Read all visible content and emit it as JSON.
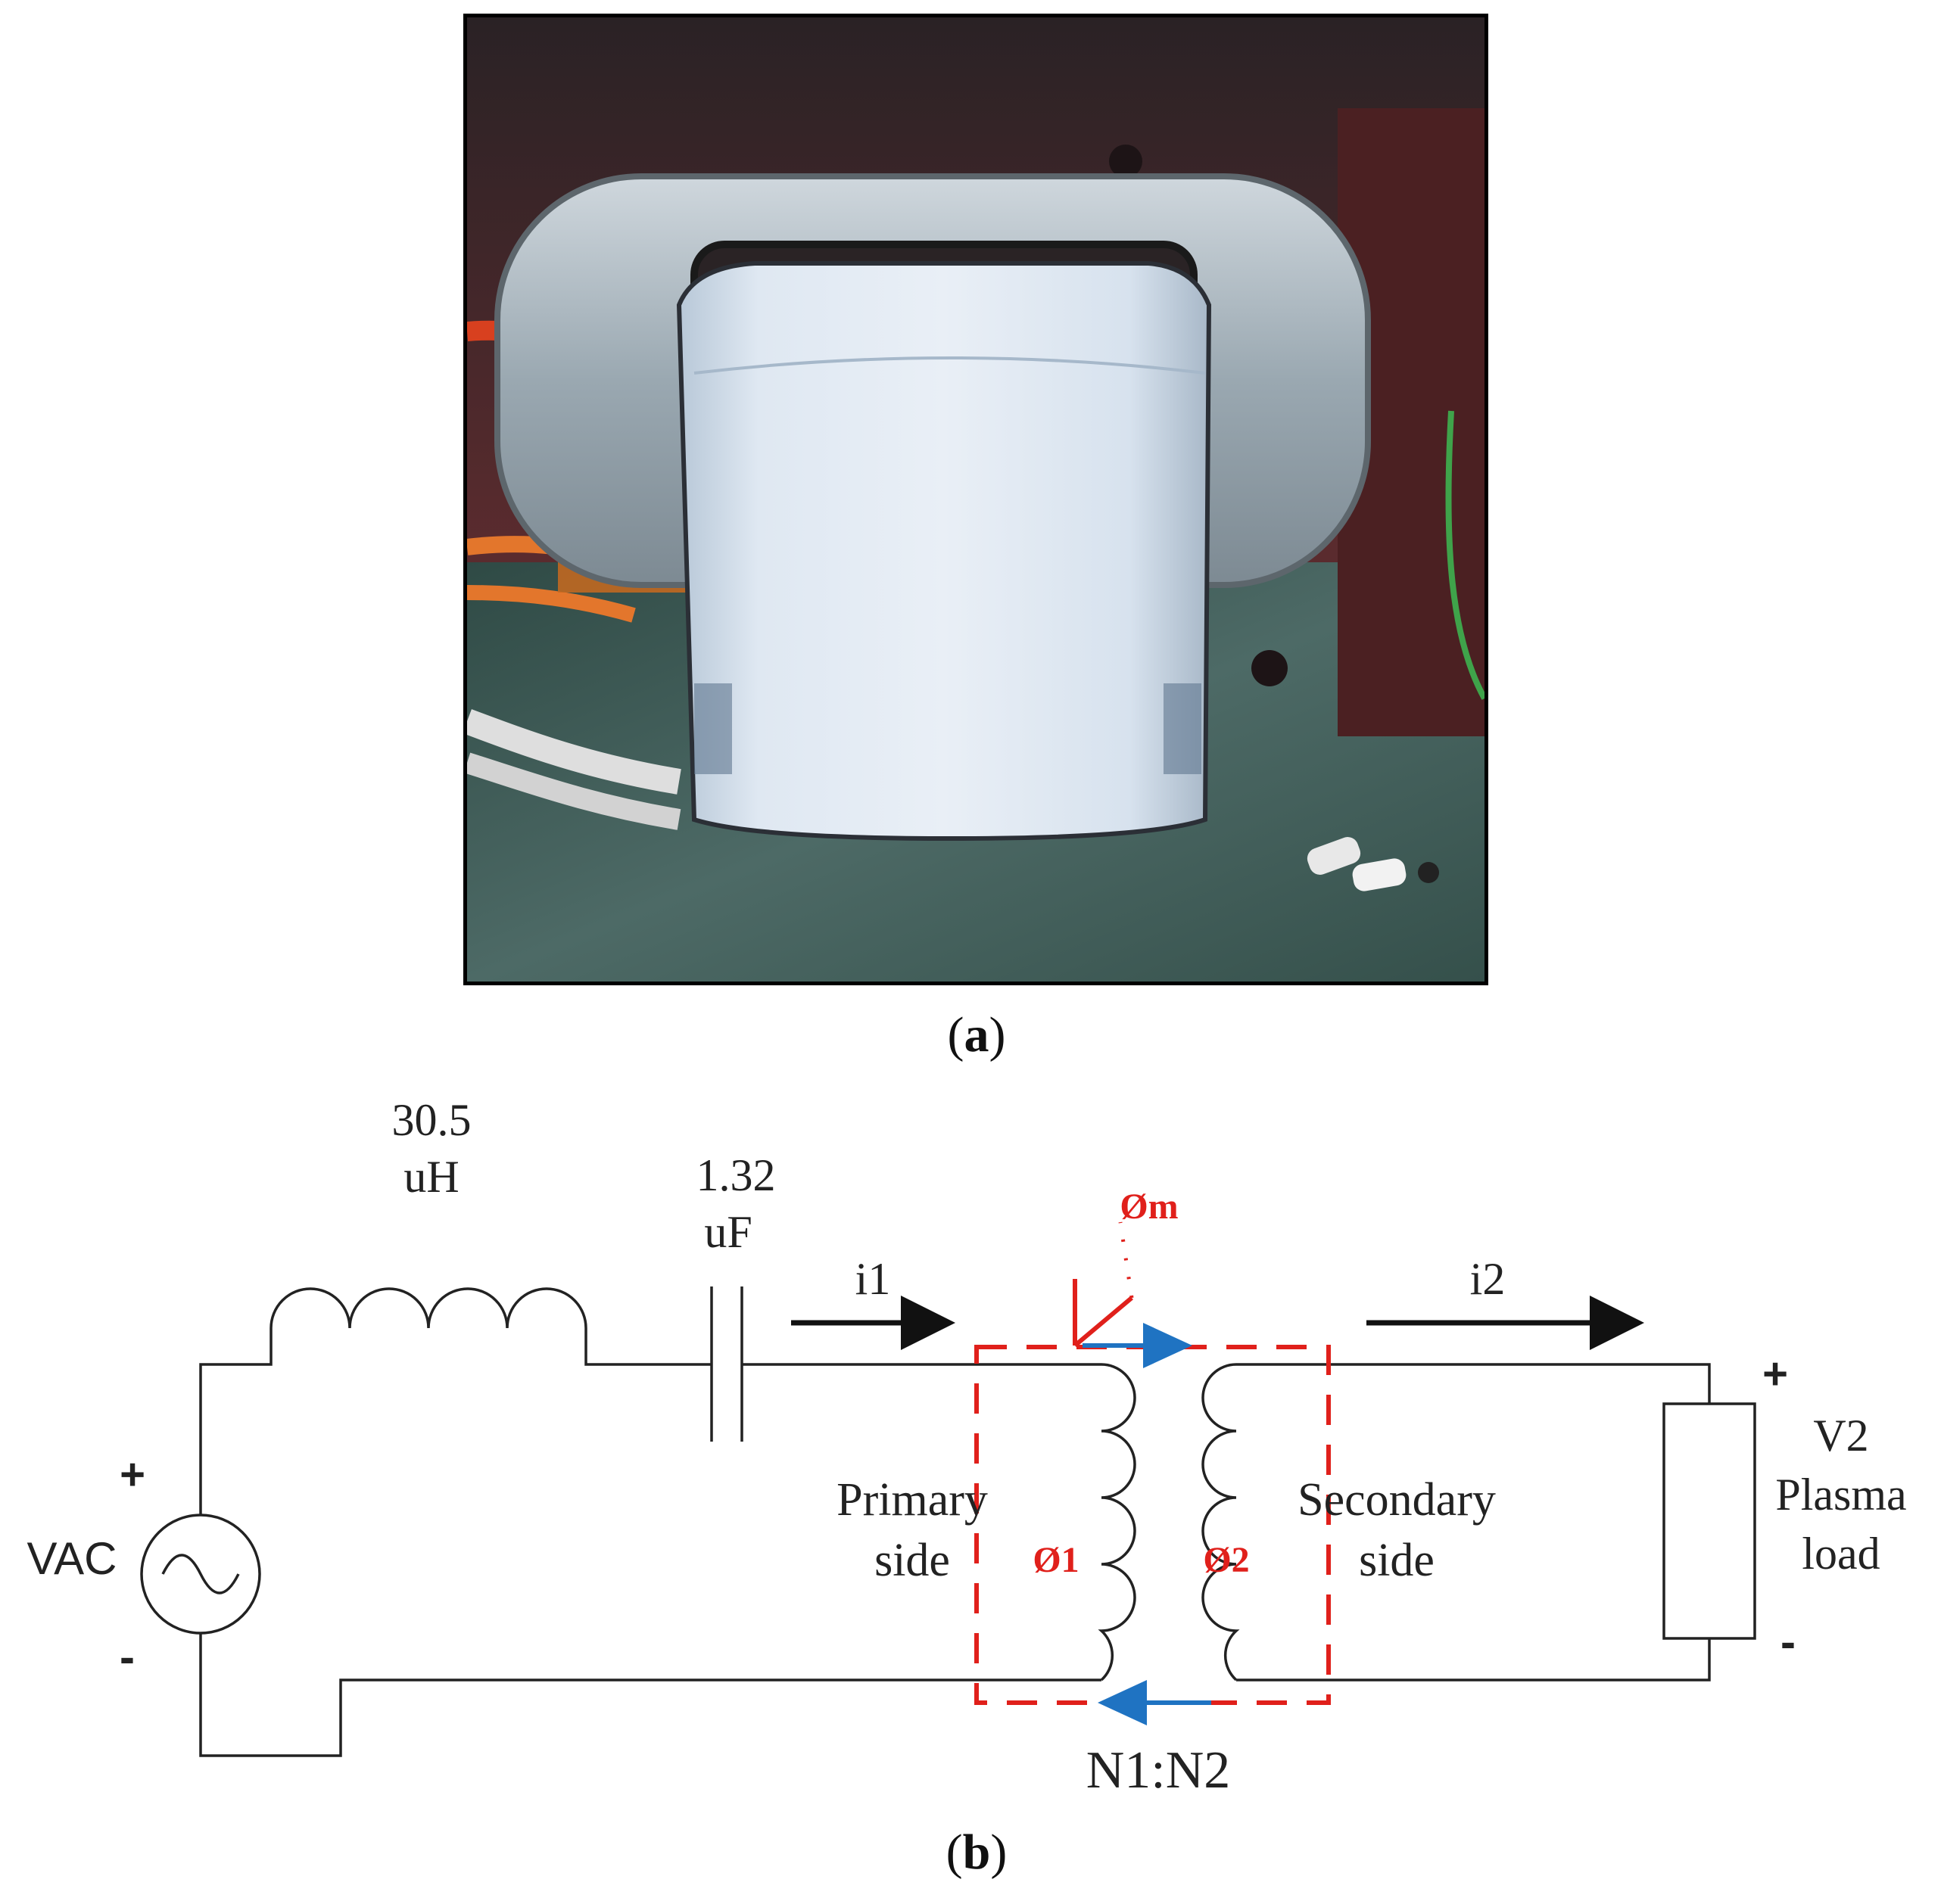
{
  "panel_a": {
    "paren_open": "(",
    "letter": "a",
    "paren_close": ")"
  },
  "panel_b": {
    "paren_open": "(",
    "letter": "b",
    "paren_close": ")"
  },
  "circuit": {
    "inductor_value": "30.5",
    "inductor_unit": "uH",
    "capacitor_value": "1.32",
    "capacitor_unit": "uF",
    "source_label": "VAC",
    "source_plus": "+",
    "source_minus": "-",
    "current_1": "i1",
    "current_2": "i2",
    "flux_mutual": "Øm",
    "flux_1": "Ø1",
    "flux_2": "Ø2",
    "primary_line1": "Primary",
    "primary_line2": "side",
    "secondary_line1": "Secondary",
    "secondary_line2": "side",
    "load_v": "V2",
    "load_line1": "Plasma",
    "load_line2": "load",
    "load_plus": "+",
    "load_minus": "-",
    "turns_ratio": "N1:N2"
  },
  "colors": {
    "flux": "#e0201b",
    "arrow_blue": "#1f73c2",
    "line": "#222222"
  }
}
